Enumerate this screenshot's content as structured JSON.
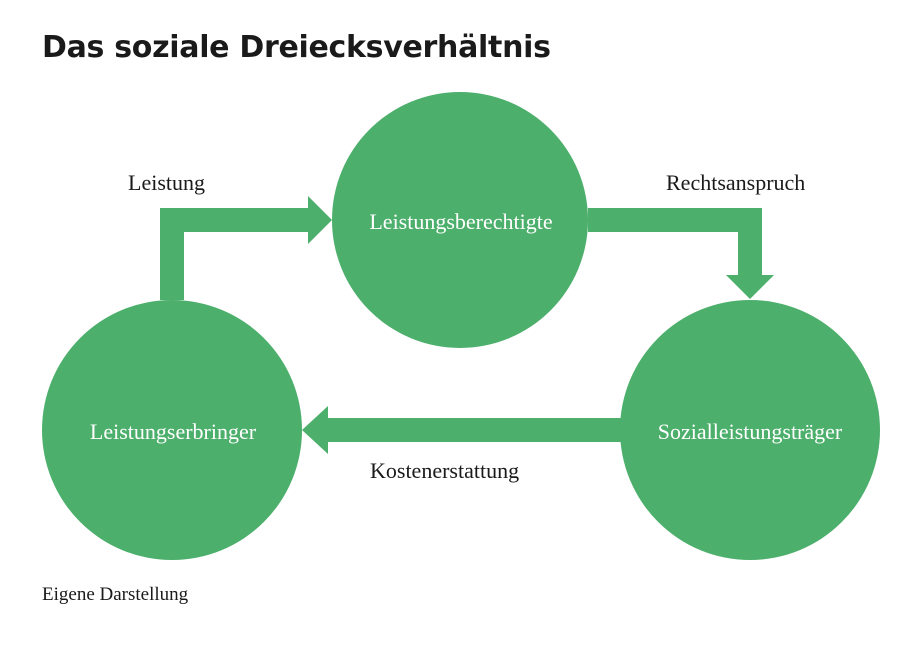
{
  "title": "Das soziale Dreiecksverhältnis",
  "nodes": {
    "recipient": "Leistungsberechtigte",
    "provider": "Leistungserbringer",
    "carrier": "Sozialleistungsträger"
  },
  "edges": {
    "provider_to_recipient": "Leistung",
    "recipient_to_carrier": "Rechtsanspruch",
    "carrier_to_provider": "Kostenerstattung"
  },
  "source": "Eigene Darstellung",
  "colors": {
    "accent": "#4caf6b",
    "text": "#1a1a1a",
    "node_text": "#ffffff"
  }
}
